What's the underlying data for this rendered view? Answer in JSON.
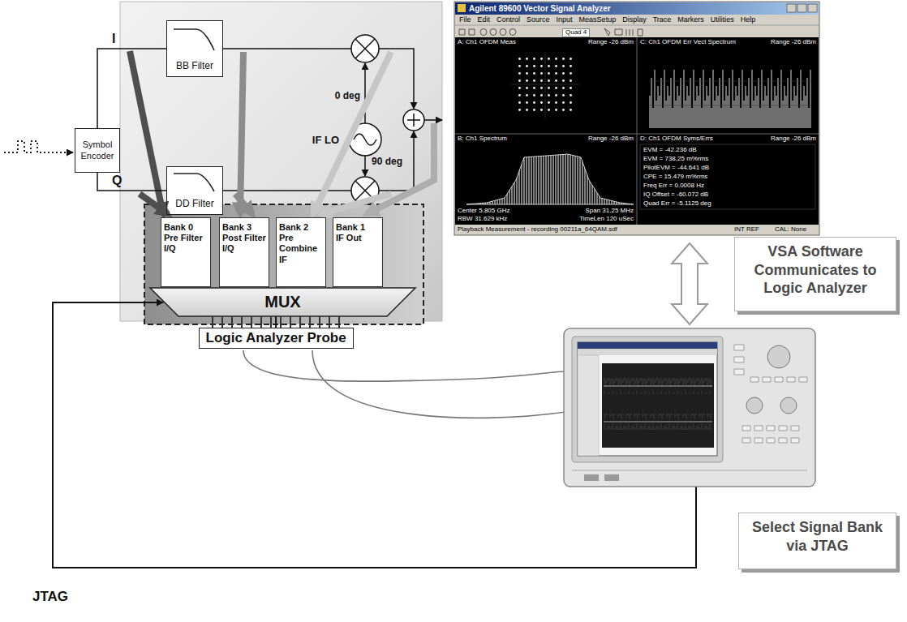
{
  "diagram": {
    "nodes": [
      {
        "text": [
          "Symbol Encoder"
        ]
      },
      {
        "text": [
          "BB Filter"
        ]
      },
      {
        "text": [
          "DD Filter"
        ]
      },
      {
        "text": [
          "IF LO"
        ]
      },
      {
        "text": [
          "Bank 0",
          "Pre Filter I/Q"
        ]
      },
      {
        "text": [
          "Bank 3",
          "Post Filter I/Q"
        ]
      },
      {
        "text": [
          "Bank 2",
          "Pre Combine IF"
        ]
      },
      {
        "text": [
          "Bank 1",
          "IF Out"
        ]
      },
      {
        "text": [
          "MUX"
        ]
      },
      {
        "text": [
          "Logic Analyzer Probe"
        ]
      },
      {
        "text": [
          "VSA Software Communicates to Logic Analyzer"
        ]
      },
      {
        "text": [
          "Select Signal Bank via JTAG"
        ]
      }
    ],
    "edges": [
      {
        "from": 0,
        "to": 1,
        "label": "I",
        "arrow": "none"
      },
      {
        "from": 0,
        "to": 2,
        "label": "Q",
        "arrow": "none"
      },
      {
        "from": 8,
        "to": 9,
        "arrow": "none"
      }
    ],
    "labels": [
      "0 deg",
      "90 deg",
      "JTAG",
      "Agilent 89600 Vector Signal Analyzer",
      "File",
      "Edit",
      "Control",
      "Source",
      "Input",
      "MeasSetup",
      "Display",
      "Trace",
      "Markers",
      "Utilities",
      "Help",
      "Quad 4",
      "A: Ch1 OFDM Meas",
      "Range -26 dBm",
      "C: Ch1 OFDM Err Vect Spectrum",
      "Range -26 dBm",
      "B: Ch1 Spectrum",
      "Range -26 dBm",
      "D: Ch1 OFDM Syms/Errs",
      "Range -26 dBm",
      "EVM = -42.236 dB",
      "EVM = 738.25 m%rms",
      "PilotEVM = -44.641 dB",
      "CPE = 15.479 m%rms",
      "Freq Err = 0.0008 Hz",
      "IQ Offset = -60.072 dB",
      "Quad Err = -5.1125 deg",
      "Center 5.805 GHz",
      "Span 31.25 MHz",
      "RBW 31.629 kHz",
      "TimeLen 120 uSec",
      "Playback Measurement - recording 00211a_64QAM.sdf",
      "INT REF",
      "CAL: None"
    ]
  }
}
